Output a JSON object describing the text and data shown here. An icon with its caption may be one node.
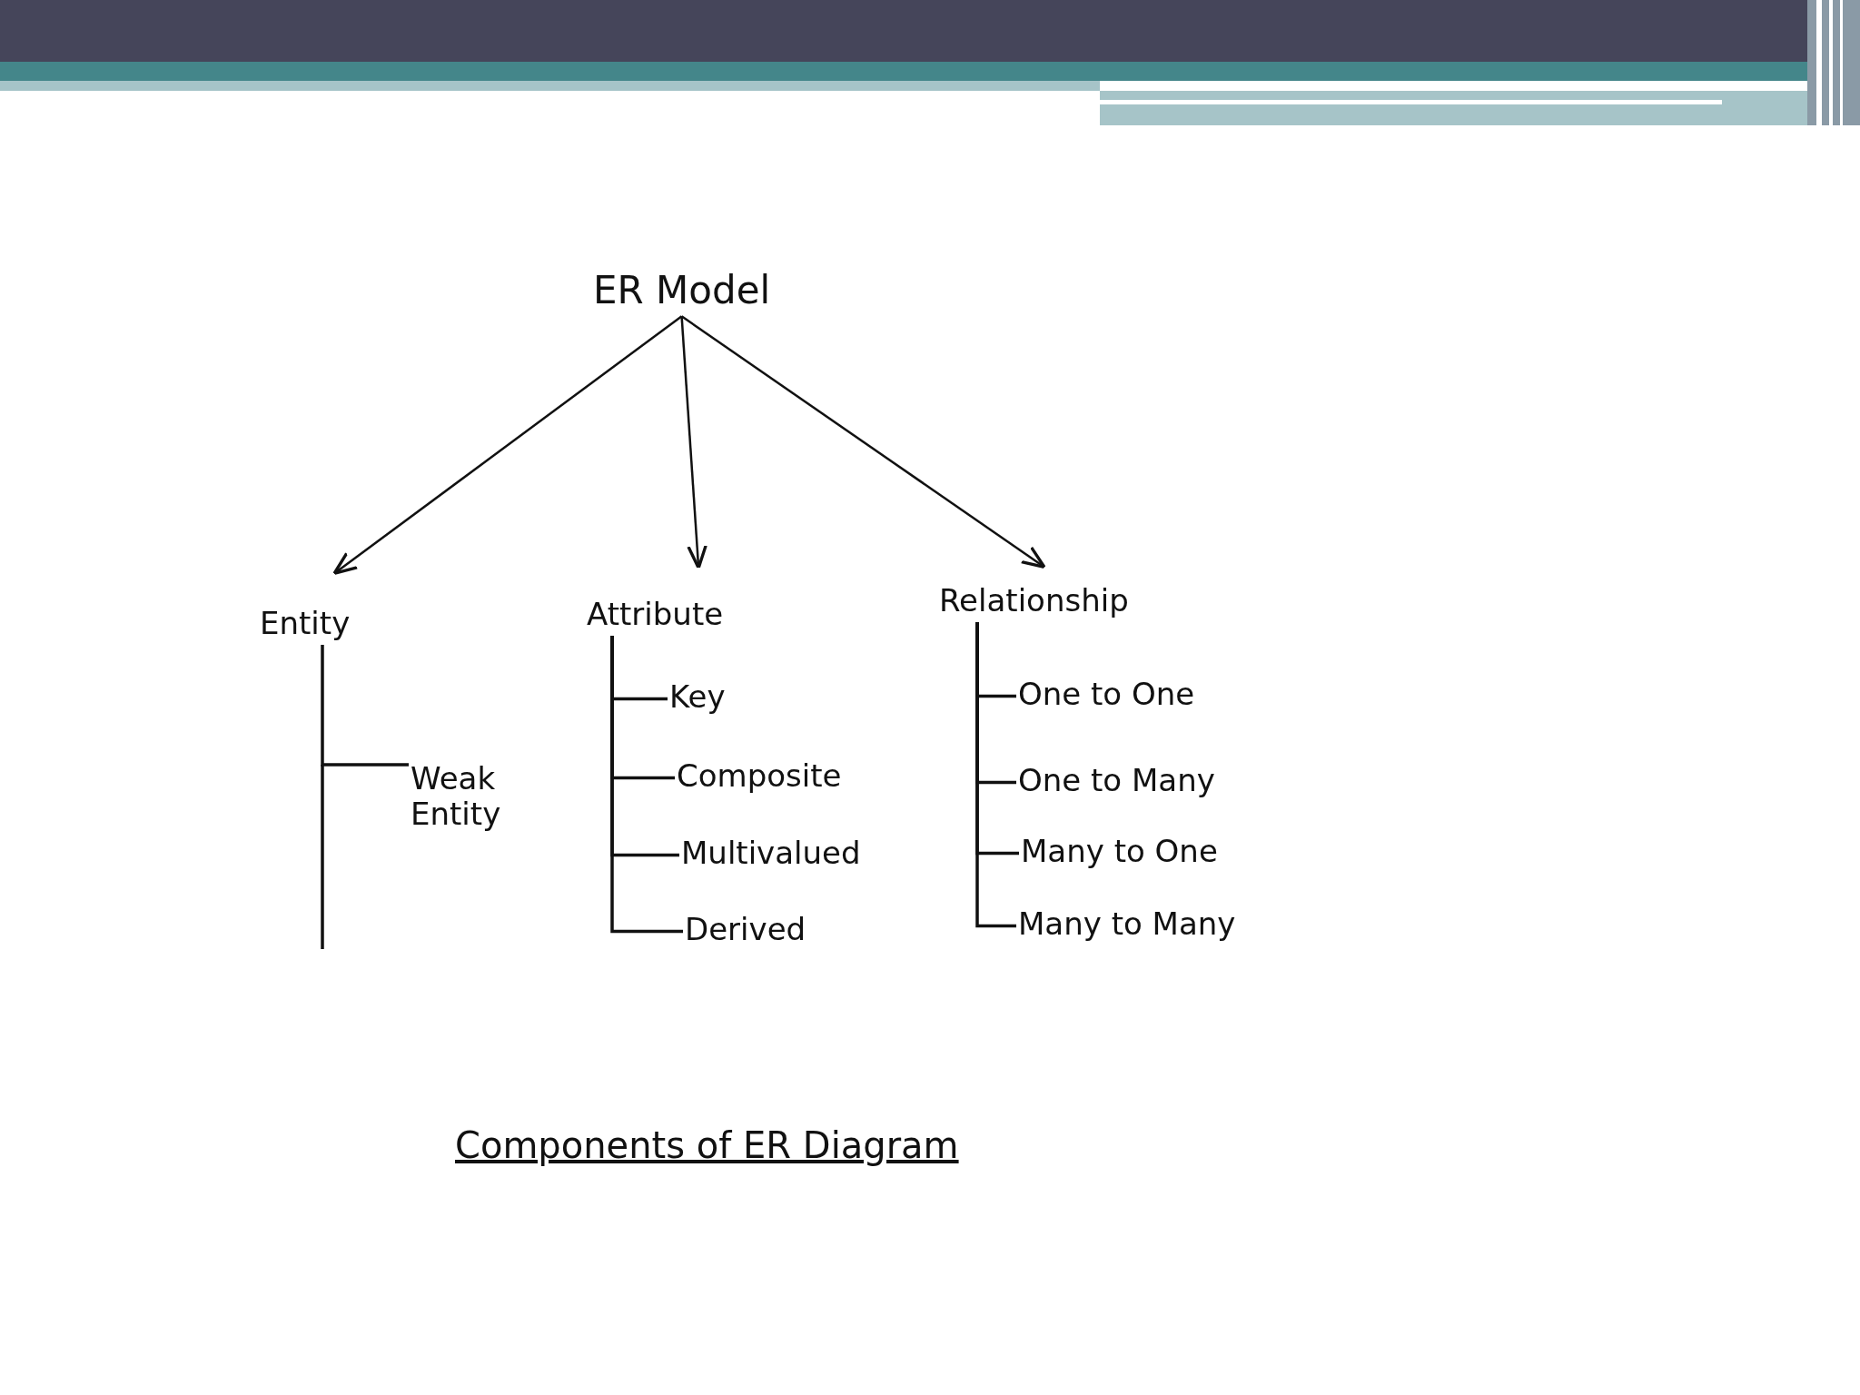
{
  "diagram": {
    "caption": "Components of ER Diagram",
    "nodes": [
      {
        "text": [
          "ER Model"
        ]
      },
      {
        "text": [
          "Entity"
        ]
      },
      {
        "text": [
          "Attribute"
        ]
      },
      {
        "text": [
          "Relationship"
        ]
      },
      {
        "text": [
          "Weak Entity"
        ]
      },
      {
        "text": [
          "Key"
        ]
      },
      {
        "text": [
          "Composite"
        ]
      },
      {
        "text": [
          "Multivalued"
        ]
      },
      {
        "text": [
          "Derived"
        ]
      },
      {
        "text": [
          "One to One"
        ]
      },
      {
        "text": [
          "One to Many"
        ]
      },
      {
        "text": [
          "Many to One"
        ]
      },
      {
        "text": [
          "Many to Many"
        ]
      }
    ],
    "edges": [
      {
        "from": 0,
        "to": 1,
        "arrow": "to"
      },
      {
        "from": 0,
        "to": 2,
        "arrow": "to"
      },
      {
        "from": 0,
        "to": 3,
        "arrow": "to"
      },
      {
        "from": 1,
        "to": 4,
        "arrow": "none"
      },
      {
        "from": 2,
        "to": 5,
        "arrow": "none"
      },
      {
        "from": 2,
        "to": 6,
        "arrow": "none"
      },
      {
        "from": 2,
        "to": 7,
        "arrow": "none"
      },
      {
        "from": 2,
        "to": 8,
        "arrow": "none"
      },
      {
        "from": 3,
        "to": 9,
        "arrow": "none"
      },
      {
        "from": 3,
        "to": 10,
        "arrow": "none"
      },
      {
        "from": 3,
        "to": 11,
        "arrow": "none"
      },
      {
        "from": 3,
        "to": 12,
        "arrow": "none"
      }
    ]
  }
}
